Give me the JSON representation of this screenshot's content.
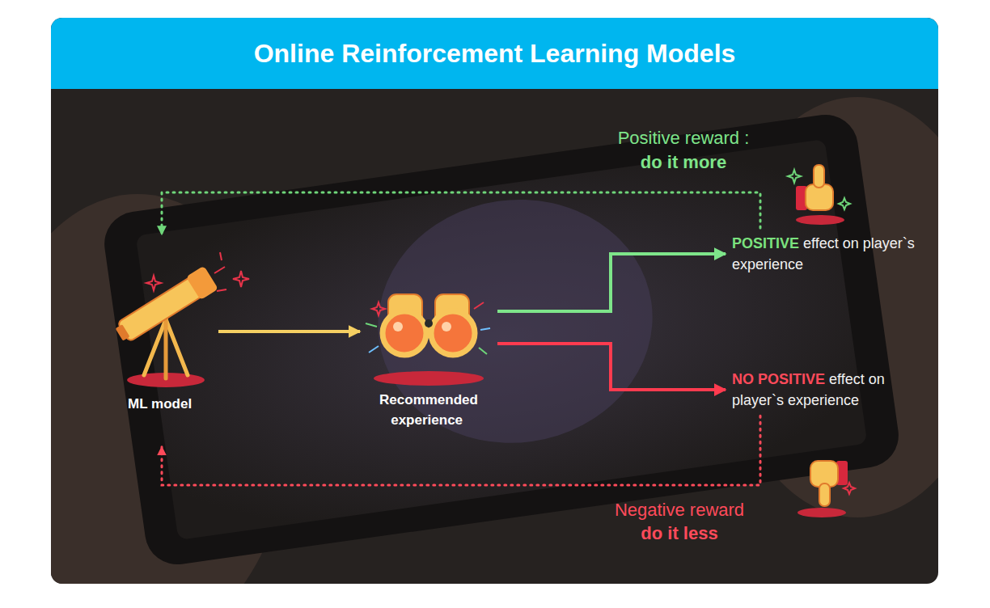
{
  "diagram": {
    "title": "Online Reinforcement Learning Models",
    "nodes": [
      {
        "text": [
          "ML model"
        ]
      },
      {
        "text": [
          "Recommended experience"
        ]
      },
      {
        "text": [
          "POSITIVE",
          "effect on player`s experience"
        ]
      },
      {
        "text": [
          "NO POSITIVE",
          "effect on player`s experience"
        ]
      }
    ],
    "edges": [
      {
        "from": 0,
        "to": 1,
        "arrow": "to"
      },
      {
        "from": 1,
        "to": 2,
        "arrow": "to"
      },
      {
        "from": 1,
        "to": 3,
        "arrow": "to"
      },
      {
        "from": 2,
        "to": 0,
        "arrow": "to"
      },
      {
        "from": 3,
        "to": 0,
        "arrow": "to"
      }
    ],
    "labels": [
      "Positive reward :",
      "do it more",
      "Negative reward",
      "do it less"
    ]
  }
}
